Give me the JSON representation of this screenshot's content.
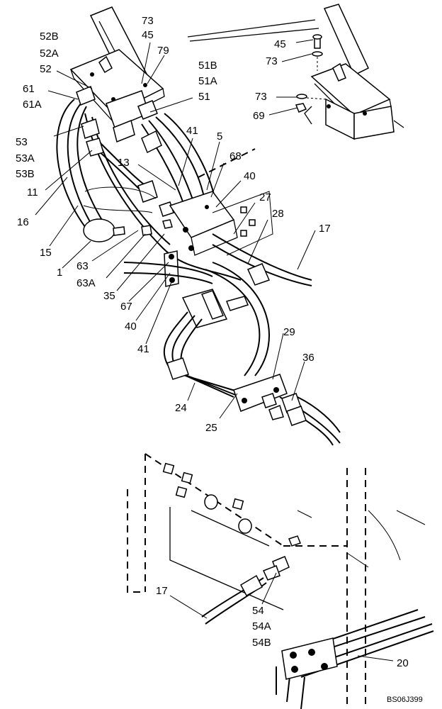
{
  "callouts": [
    {
      "id": "73-top",
      "text": "73"
    },
    {
      "id": "45-top",
      "text": "45"
    },
    {
      "id": "79",
      "text": "79"
    },
    {
      "id": "52B",
      "text": "52B"
    },
    {
      "id": "52A",
      "text": "52A"
    },
    {
      "id": "52",
      "text": "52"
    },
    {
      "id": "61",
      "text": "61"
    },
    {
      "id": "61A",
      "text": "61A"
    },
    {
      "id": "51B",
      "text": "51B"
    },
    {
      "id": "51A",
      "text": "51A"
    },
    {
      "id": "51",
      "text": "51"
    },
    {
      "id": "45-inset",
      "text": "45"
    },
    {
      "id": "73-inset-a",
      "text": "73"
    },
    {
      "id": "73-inset-b",
      "text": "73"
    },
    {
      "id": "69",
      "text": "69"
    },
    {
      "id": "53",
      "text": "53"
    },
    {
      "id": "53A",
      "text": "53A"
    },
    {
      "id": "53B",
      "text": "53B"
    },
    {
      "id": "11",
      "text": "11"
    },
    {
      "id": "16",
      "text": "16"
    },
    {
      "id": "15",
      "text": "15"
    },
    {
      "id": "41-top",
      "text": "41"
    },
    {
      "id": "5",
      "text": "5"
    },
    {
      "id": "13",
      "text": "13"
    },
    {
      "id": "68",
      "text": "68"
    },
    {
      "id": "40-top",
      "text": "40"
    },
    {
      "id": "27",
      "text": "27"
    },
    {
      "id": "28",
      "text": "28"
    },
    {
      "id": "17-top",
      "text": "17"
    },
    {
      "id": "1",
      "text": "1"
    },
    {
      "id": "63",
      "text": "63"
    },
    {
      "id": "63A",
      "text": "63A"
    },
    {
      "id": "35",
      "text": "35"
    },
    {
      "id": "67",
      "text": "67"
    },
    {
      "id": "40-mid",
      "text": "40"
    },
    {
      "id": "41-mid",
      "text": "41"
    },
    {
      "id": "29",
      "text": "29"
    },
    {
      "id": "36",
      "text": "36"
    },
    {
      "id": "24",
      "text": "24"
    },
    {
      "id": "25",
      "text": "25"
    },
    {
      "id": "17-bottom",
      "text": "17"
    },
    {
      "id": "54",
      "text": "54"
    },
    {
      "id": "54A",
      "text": "54A"
    },
    {
      "id": "54B",
      "text": "54B"
    },
    {
      "id": "20",
      "text": "20"
    }
  ],
  "drawing_code": "BS06J399"
}
